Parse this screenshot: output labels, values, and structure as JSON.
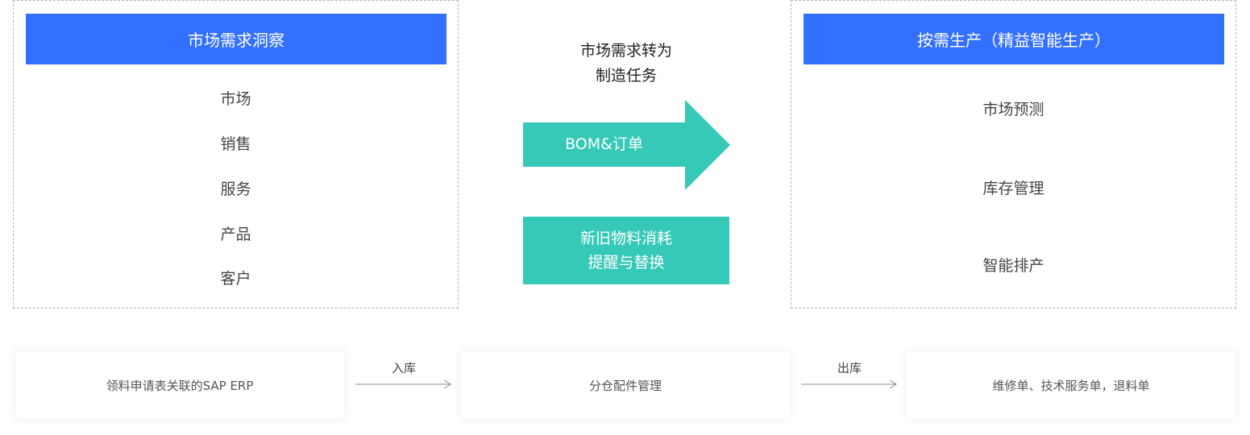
{
  "left_panel": {
    "header": "市场需求洞察",
    "items": [
      "市场",
      "销售",
      "服务",
      "产品",
      "客户"
    ]
  },
  "middle": {
    "caption_line1": "市场需求转为",
    "caption_line2": "制造任务",
    "bom_arrow_label": "BOM&订单",
    "material_line1": "新旧物料消耗",
    "material_line2": "提醒与替换"
  },
  "right_panel": {
    "header": "按需生产（精益智能生产）",
    "items": [
      "市场预测",
      "库存管理",
      "智能排产"
    ]
  },
  "bottom_flow": {
    "card_1": "领料申请表关联的SAP ERP",
    "arrow_1_label": "入库",
    "card_2": "分仓配件管理",
    "arrow_2_label": "出库",
    "card_3": "维修单、技术服务单，退料单"
  },
  "colors": {
    "header_blue": "#3370ff",
    "teal": "#36c9b8"
  }
}
